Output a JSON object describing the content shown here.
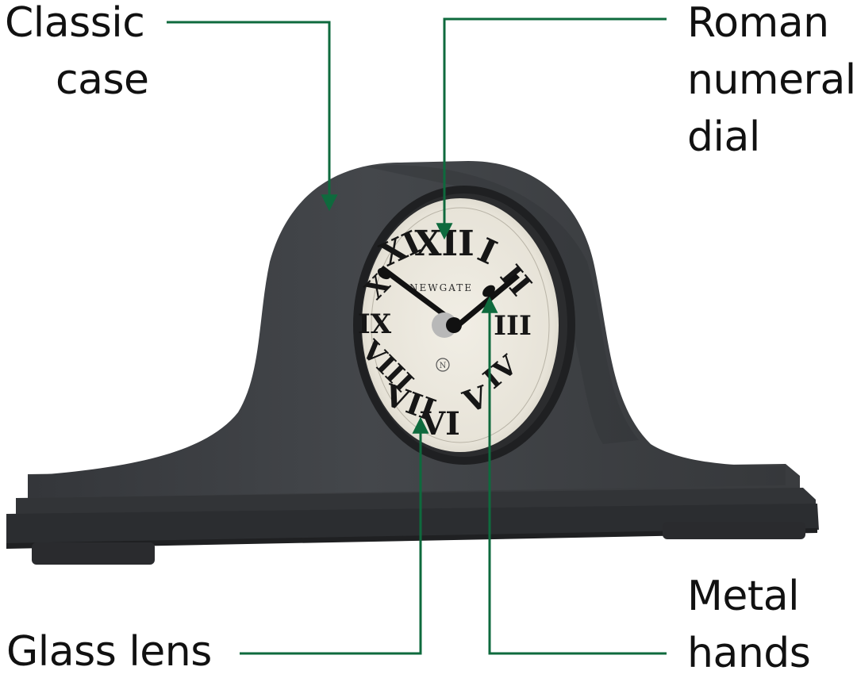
{
  "brand": "NEWGATE",
  "callouts": {
    "case": {
      "line1": "Classic",
      "line2": "case"
    },
    "dial": {
      "line1": "Roman",
      "line2": "numeral",
      "line3": "dial"
    },
    "lens": {
      "line1": "Glass lens"
    },
    "hands": {
      "line1": "Metal",
      "line2": "hands"
    }
  },
  "colors": {
    "background": "#ffffff",
    "case": "#3b3d40",
    "case_shadow": "#2a2c2e",
    "dial_face": "#ece9df",
    "numerals": "#161616",
    "leader_line": "#0e6a3d",
    "text": "#111111"
  }
}
